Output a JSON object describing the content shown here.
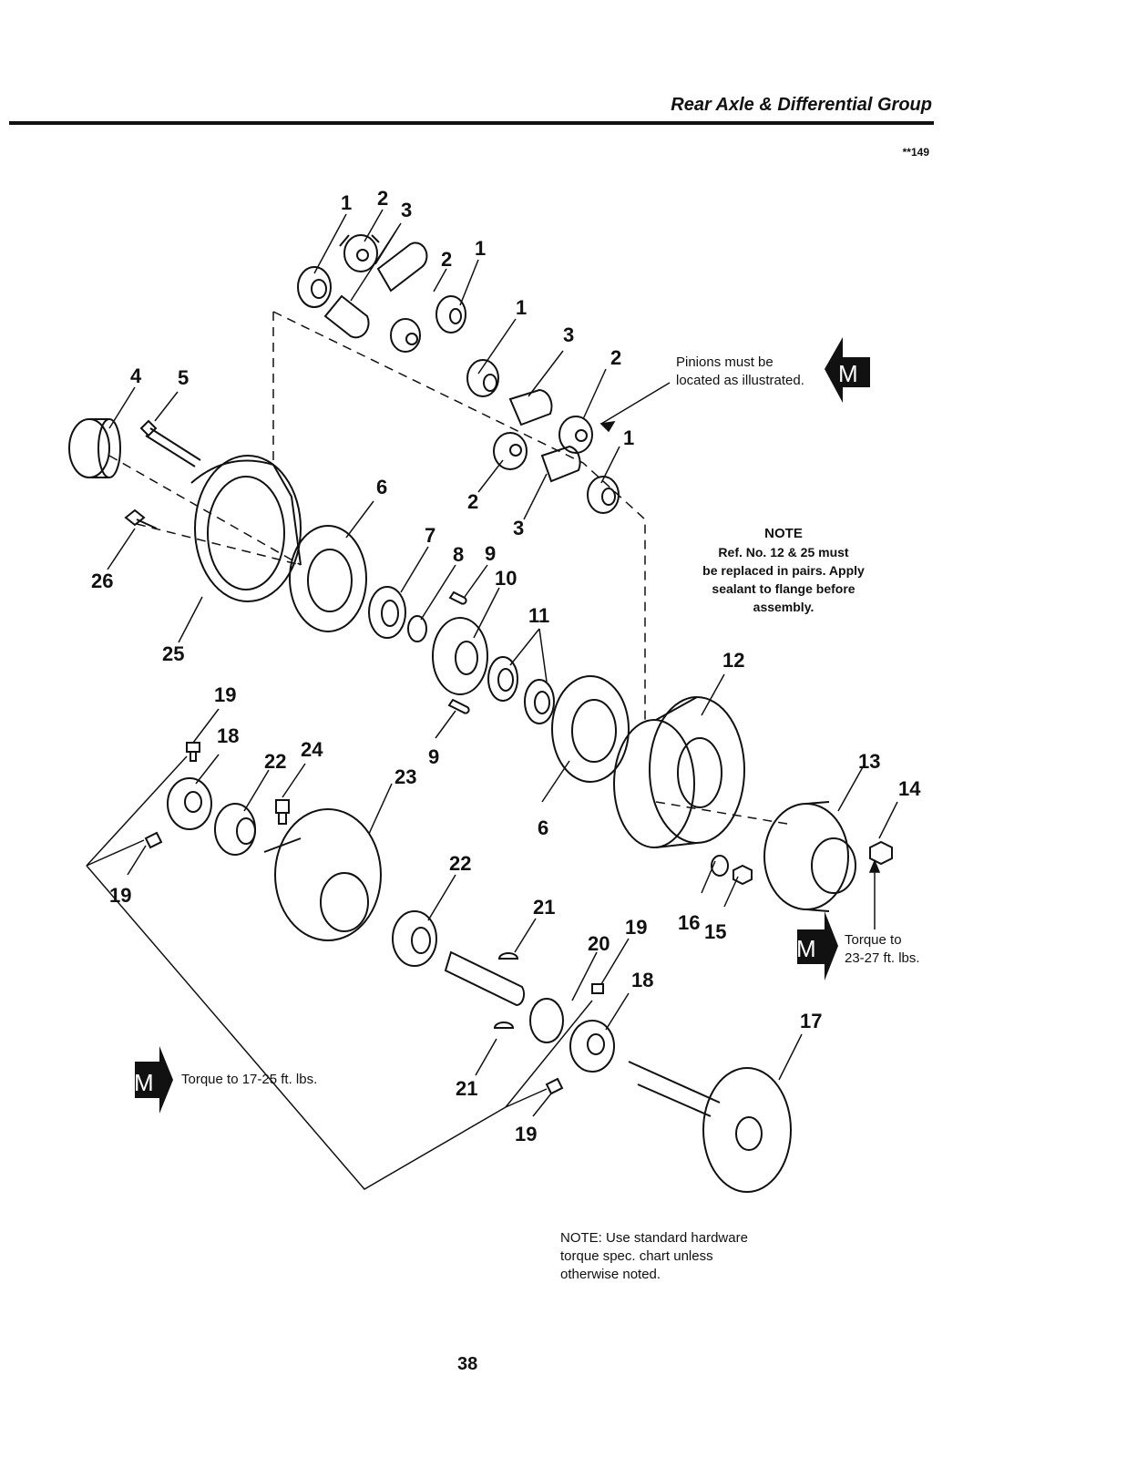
{
  "header": {
    "section_title": "Rear Axle & Differential Group",
    "ref_code": "**149"
  },
  "callouts": [
    {
      "id": "c1a",
      "label": "1"
    },
    {
      "id": "c2a",
      "label": "2"
    },
    {
      "id": "c3a",
      "label": "3"
    },
    {
      "id": "c2b",
      "label": "2"
    },
    {
      "id": "c1b",
      "label": "1"
    },
    {
      "id": "c1c",
      "label": "1"
    },
    {
      "id": "c3b",
      "label": "3"
    },
    {
      "id": "c2c",
      "label": "2"
    },
    {
      "id": "c1d",
      "label": "1"
    },
    {
      "id": "c2d",
      "label": "2"
    },
    {
      "id": "c3c",
      "label": "3"
    },
    {
      "id": "c4",
      "label": "4"
    },
    {
      "id": "c5",
      "label": "5"
    },
    {
      "id": "c6a",
      "label": "6"
    },
    {
      "id": "c26",
      "label": "26"
    },
    {
      "id": "c25",
      "label": "25"
    },
    {
      "id": "c7",
      "label": "7"
    },
    {
      "id": "c8",
      "label": "8"
    },
    {
      "id": "c9a",
      "label": "9"
    },
    {
      "id": "c10",
      "label": "10"
    },
    {
      "id": "c11",
      "label": "11"
    },
    {
      "id": "c12",
      "label": "12"
    },
    {
      "id": "c9b",
      "label": "9"
    },
    {
      "id": "c6b",
      "label": "6"
    },
    {
      "id": "c13",
      "label": "13"
    },
    {
      "id": "c14",
      "label": "14"
    },
    {
      "id": "c19a",
      "label": "19"
    },
    {
      "id": "c18a",
      "label": "18"
    },
    {
      "id": "c24",
      "label": "24"
    },
    {
      "id": "c22a",
      "label": "22"
    },
    {
      "id": "c23",
      "label": "23"
    },
    {
      "id": "c19b",
      "label": "19"
    },
    {
      "id": "c22b",
      "label": "22"
    },
    {
      "id": "c21a",
      "label": "21"
    },
    {
      "id": "c20",
      "label": "20"
    },
    {
      "id": "c19c",
      "label": "19"
    },
    {
      "id": "c18b",
      "label": "18"
    },
    {
      "id": "c16",
      "label": "16"
    },
    {
      "id": "c15",
      "label": "15"
    },
    {
      "id": "c17",
      "label": "17"
    },
    {
      "id": "c21b",
      "label": "21"
    },
    {
      "id": "c19d",
      "label": "19"
    }
  ],
  "notes": {
    "pinions": [
      "Pinions must be",
      "located as illustrated."
    ],
    "note_heading": "NOTE",
    "note_body": [
      "Ref. No. 12 & 25 must",
      "be replaced in pairs. Apply",
      "sealant to flange before",
      "assembly."
    ],
    "torque_hub": [
      "Torque to",
      "23-27 ft. lbs."
    ],
    "torque_collar": "Torque to 17-25 ft. lbs.",
    "standard_hardware": [
      "NOTE: Use standard hardware",
      "torque spec. chart unless",
      "otherwise noted."
    ]
  },
  "m_badge_label": "M",
  "page_number": "38"
}
